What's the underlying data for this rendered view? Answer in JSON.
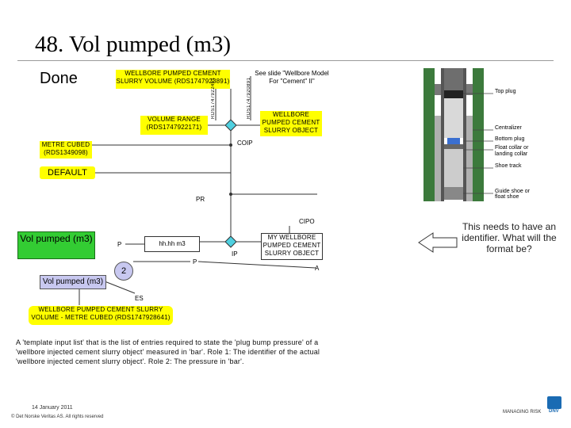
{
  "slide": {
    "title": "48. Vol pumped (m3)",
    "status": "Done",
    "date": "14 January 2011",
    "copyright": "© Det Norske Veritas AS. All rights reserved",
    "logo_text": "DNV",
    "managing_risk": "MANAGING RISK"
  },
  "diagram": {
    "wellbore_cement_slurry_volume": "WELLBORE PUMPED CEMENT SLURRY VOLUME (RDS1747923891)",
    "see_slide_note": "See slide \"Wellbore Model For \"Cement\" II\"",
    "volume_range": "VOLUME RANGE (RDS1747922171)",
    "wellbore_pumped_slurry_object": "WELLBORE PUMPED CEMENT SLURRY OBJECT",
    "metre_cubed": "METRE CUBED (RDS1349098)",
    "default_label": "DEFAULT",
    "label_coip": "COIP",
    "label_pr": "PR",
    "label_cipo": "CIPO",
    "vol_pumped_green": "Vol pumped (m3)",
    "label_p_left": "P",
    "value_box": "hh.hh m3",
    "label_ip": "IP",
    "my_wellbore_object": "MY WELLBORE PUMPED CEMENT SLURRY OBJECT",
    "label_p_mid": "P",
    "circle_2": "2",
    "label_a": "A",
    "vol_pumped_lav": "Vol pumped (m3)",
    "label_es": "ES",
    "wellbore_pumped_metre_cubed": "WELLBORE PUMPED CEMENT SLURRY VOLUME - METRE CUBED (RDS1747928641)",
    "vertical_label_left": "RDS1747922461",
    "vertical_label_right": "RDS1747920891"
  },
  "well_image": {
    "top_plug": "Top plug",
    "centralizer": "Centralizer",
    "bottom_plug": "Bottom plug",
    "float_collar": "Float collar or landing collar",
    "shoe_track": "Shoe track",
    "guide_shoe": "Guide shoe or float shoe"
  },
  "annotation": {
    "identifier_note": "This needs to have an identifier. What will the format be?"
  },
  "description": "A 'template input list' that is the list of entries required to state the 'plug bump pressure' of a 'wellbore injected cement slurry object' measured in 'bar'. Role 1: The identifier of the actual 'wellbore injected cement slurry object'. Role 2: The pressure in 'bar'.",
  "colors": {
    "yellow": "#ffff00",
    "green": "#33cc33",
    "lavender": "#c8c8f0",
    "cyan": "#4fd0e0"
  }
}
